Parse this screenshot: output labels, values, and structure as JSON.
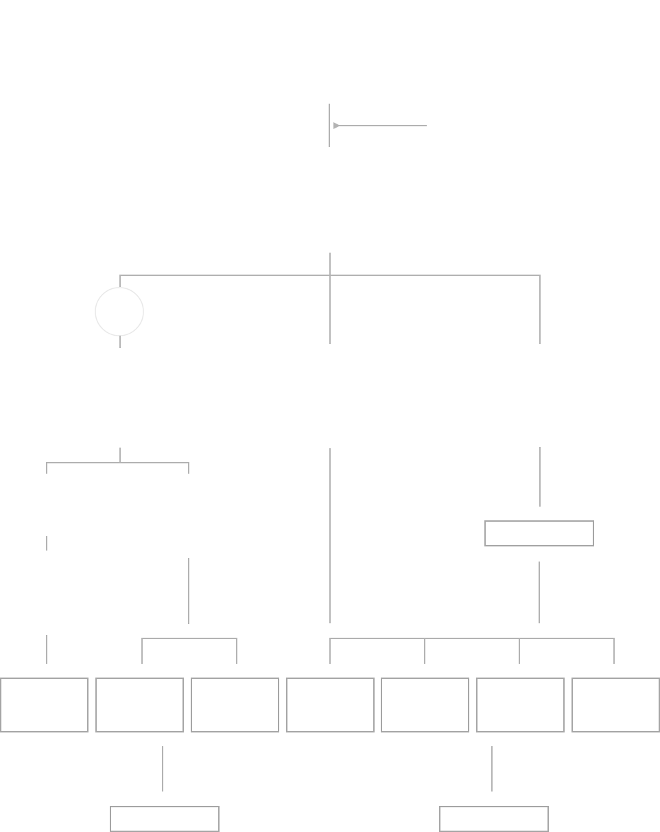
{
  "diagram": {
    "colors": {
      "line": "#b3b3b3",
      "box_border": "#a6a6a6",
      "circle_border": "#e8e8e8",
      "arrow": "#b3b3b3",
      "background": "#ffffff"
    },
    "nodes": [
      {
        "id": "circle-node",
        "shape": "circle",
        "label": ""
      },
      {
        "id": "right-mid-box",
        "shape": "rect",
        "label": ""
      },
      {
        "id": "leaf-box-1",
        "shape": "rect",
        "label": ""
      },
      {
        "id": "leaf-box-2",
        "shape": "rect",
        "label": ""
      },
      {
        "id": "leaf-box-3",
        "shape": "rect",
        "label": ""
      },
      {
        "id": "leaf-box-4",
        "shape": "rect",
        "label": ""
      },
      {
        "id": "leaf-box-5",
        "shape": "rect",
        "label": ""
      },
      {
        "id": "leaf-box-6",
        "shape": "rect",
        "label": ""
      },
      {
        "id": "leaf-box-7",
        "shape": "rect",
        "label": ""
      },
      {
        "id": "bottom-box-left",
        "shape": "rect",
        "label": ""
      },
      {
        "id": "bottom-box-right",
        "shape": "rect",
        "label": ""
      }
    ]
  }
}
